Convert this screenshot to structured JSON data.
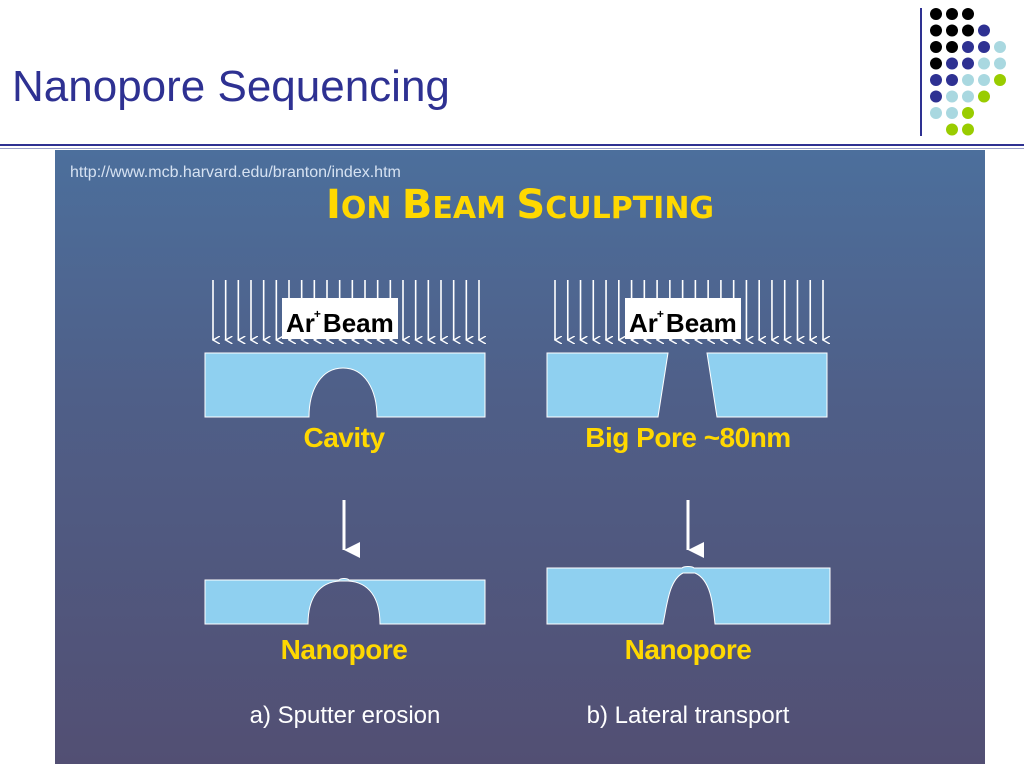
{
  "slide": {
    "title": "Nanopore Sequencing"
  },
  "figure": {
    "url": "http://www.mcb.harvard.edu/branton/index.htm",
    "heading": {
      "I": "I",
      "ON": "ON ",
      "B": "B",
      "EAM": "EAM ",
      "S": "S",
      "CULPTING": "CULPTING"
    },
    "beam_label": {
      "element": "Ar",
      "charge": "+",
      "word": "Beam"
    },
    "left": {
      "top_label": "Cavity",
      "bottom_label": "Nanopore",
      "caption": "a) Sputter erosion"
    },
    "right": {
      "top_label": "Big Pore ~80nm",
      "bottom_label": "Nanopore",
      "caption": "b) Lateral transport"
    }
  },
  "colors": {
    "title": "#2e3192",
    "label": "#ffd800",
    "membrane": "#8fd0f0",
    "dots": [
      "#000000",
      "#2e3192",
      "#a9d8e0",
      "#99cc00"
    ]
  }
}
